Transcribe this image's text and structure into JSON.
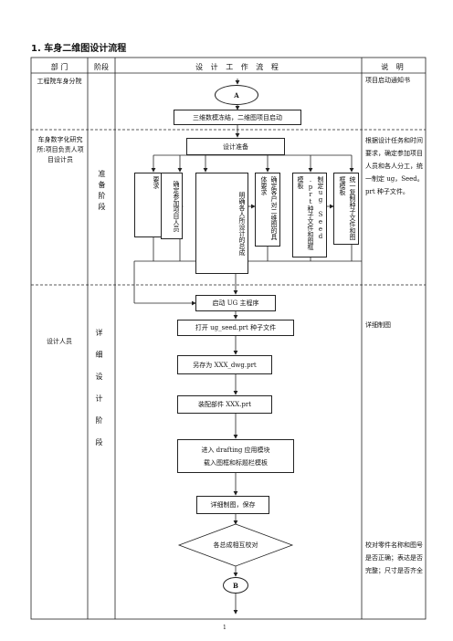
{
  "title": "1. 车身二维图设计流程",
  "header": {
    "dept": "部  门",
    "stage": "阶段",
    "flow": "设 计 工 作 流 程",
    "desc": "说  明"
  },
  "rows": [
    {
      "dept": "工程院车身分院",
      "stage": "",
      "desc": "项目启动通知书"
    },
    {
      "dept": "车身数字化研究所:项目负责人项目设计员",
      "stage": "准备阶段",
      "desc": "根据设计任务和时间要求，确定参加项目人员和各人分工，统一制定 ug，Seed。prt 种子文件。"
    },
    {
      "dept": "设计人员",
      "stage": "详细设计阶段",
      "desc": "详细制图",
      "desc2": "校对零件名称和图号是否正确；表达是否完整；尺寸是否齐全"
    }
  ],
  "flow": {
    "start": "A",
    "freeze": "三维数模冻结，二维图项目启动",
    "prep": "设计准备",
    "tasks": [
      "分析设计任务的具体要求",
      "确定参加项目人员",
      "明确各人所设计的总成",
      "确定客户对二维图的具体要求",
      "制定ug Seed .prt种子文件和图框模板",
      "统一复制种子文件和图框模板"
    ],
    "launch": "启动 UG 主程序",
    "open": "打开 ug_seed.prt 种子文件",
    "saveas": "另存为 XXX_dwg.prt",
    "assemble": "装配部件 XXX.prt",
    "drafting_1": "进入 drafting 应用模块",
    "drafting_2": "载入图框和标题栏模板",
    "detail": "详细制图，保存",
    "check": "各总成相互校对",
    "end": "B"
  },
  "page_number": "1"
}
